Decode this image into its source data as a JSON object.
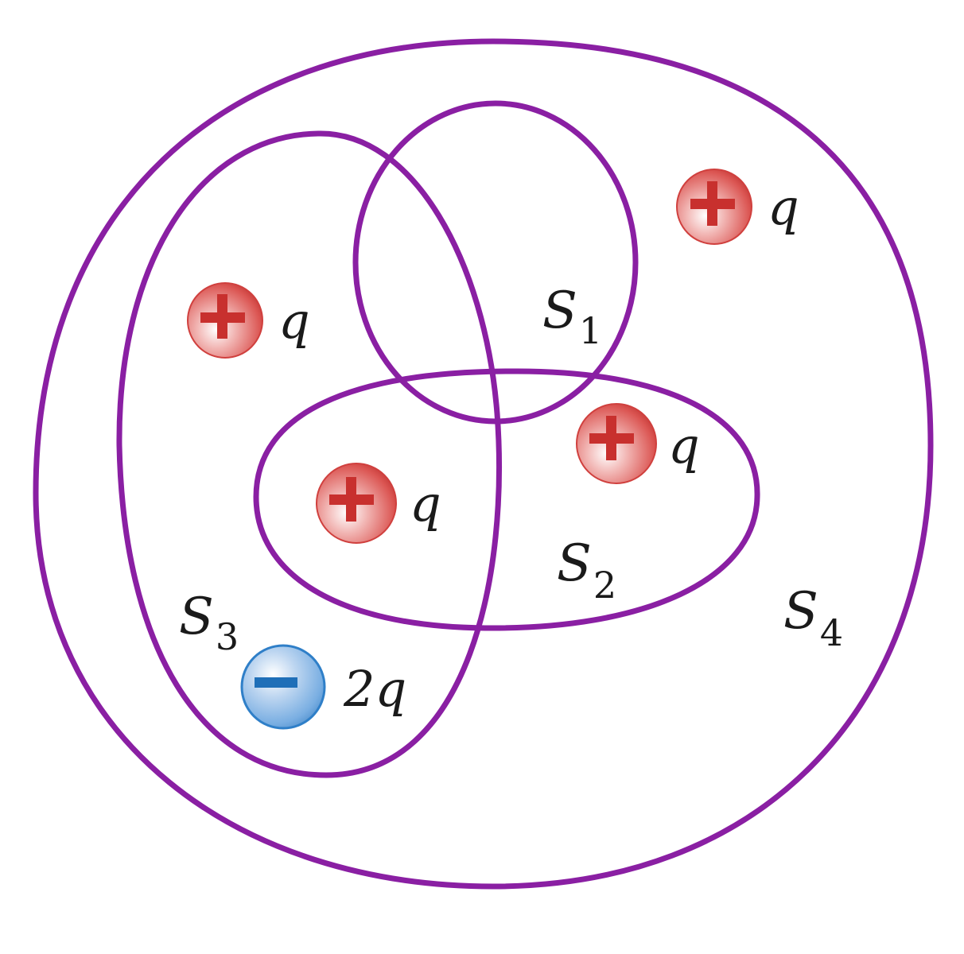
{
  "diagram": {
    "type": "gaussian-surfaces",
    "colors": {
      "surface_stroke": "#8a1fa3",
      "positive_charge": "#d9413f",
      "positive_sign": "#c8302e",
      "negative_charge": "#5c9ad6",
      "negative_sign": "#1f6fb8",
      "label": "#1a1a1a"
    },
    "surfaces": [
      {
        "id": "S1",
        "label": "S",
        "subscript": "1"
      },
      {
        "id": "S2",
        "label": "S",
        "subscript": "2"
      },
      {
        "id": "S3",
        "label": "S",
        "subscript": "3"
      },
      {
        "id": "S4",
        "label": "S",
        "subscript": "4"
      }
    ],
    "charges": [
      {
        "sign": "+",
        "label": "q",
        "position": "top-right, inside S4 only"
      },
      {
        "sign": "+",
        "label": "q",
        "position": "left, inside S3 and S4"
      },
      {
        "sign": "+",
        "label": "q",
        "position": "right-middle, inside S2 and S4"
      },
      {
        "sign": "+",
        "label": "q",
        "position": "center, inside S2, S3 and S4"
      },
      {
        "sign": "−",
        "label": "2q",
        "position": "bottom-left, inside S3 and S4"
      }
    ]
  }
}
